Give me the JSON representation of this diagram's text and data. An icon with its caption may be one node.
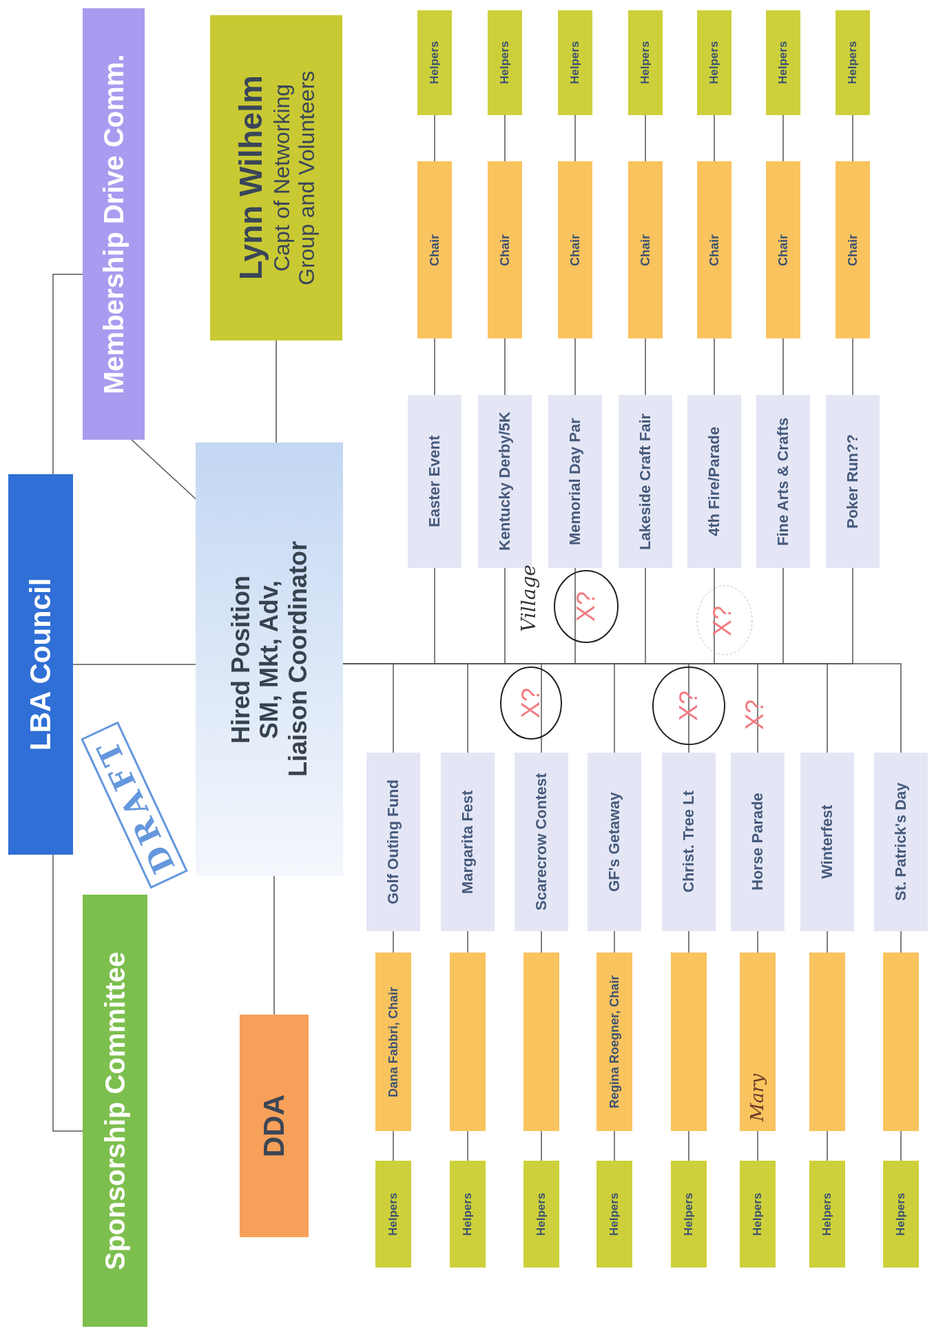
{
  "diagram": {
    "nodes": [
      {
        "text": [
          "LBA Council"
        ]
      },
      {
        "text": [
          "Membership Drive Comm."
        ]
      },
      {
        "text": [
          "Sponsorship Committee"
        ]
      },
      {
        "text": [
          "Lynn Wilhelm",
          "Capt of Networking Group and Volunteers"
        ]
      },
      {
        "text": [
          "Hired Position",
          "SM, Mkt, Adv, Liaison Coordinator"
        ]
      },
      {
        "text": [
          "DDA"
        ]
      },
      {
        "text": [
          "Easter Event"
        ]
      },
      {
        "text": [
          "Kentucky Derby/5K"
        ]
      },
      {
        "text": [
          "Memorial Day Par"
        ]
      },
      {
        "text": [
          "Lakeside Craft Fair"
        ]
      },
      {
        "text": [
          "4th Fire/Parade"
        ]
      },
      {
        "text": [
          "Fine Arts & Crafts"
        ]
      },
      {
        "text": [
          "Poker Run??"
        ]
      },
      {
        "text": [
          "Chair"
        ]
      },
      {
        "text": [
          "Chair"
        ]
      },
      {
        "text": [
          "Chair"
        ]
      },
      {
        "text": [
          "Chair"
        ]
      },
      {
        "text": [
          "Chair"
        ]
      },
      {
        "text": [
          "Chair"
        ]
      },
      {
        "text": [
          "Chair"
        ]
      },
      {
        "text": [
          "Helpers"
        ]
      },
      {
        "text": [
          "Helpers"
        ]
      },
      {
        "text": [
          "Helpers"
        ]
      },
      {
        "text": [
          "Helpers"
        ]
      },
      {
        "text": [
          "Helpers"
        ]
      },
      {
        "text": [
          "Helpers"
        ]
      },
      {
        "text": [
          "Helpers"
        ]
      },
      {
        "text": [
          "Golf Outing Fund"
        ]
      },
      {
        "text": [
          "Margarita Fest"
        ]
      },
      {
        "text": [
          "Scarecrow Contest"
        ]
      },
      {
        "text": [
          "GF's Getaway"
        ]
      },
      {
        "text": [
          "Christ. Tree Lt"
        ]
      },
      {
        "text": [
          "Horse Parade"
        ]
      },
      {
        "text": [
          "Winterfest"
        ]
      },
      {
        "text": [
          "St. Patrick's Day"
        ]
      },
      {
        "text": [
          "Dana Fabbri, Chair"
        ]
      },
      {
        "text": [],
        "shape": "box"
      },
      {
        "text": [],
        "shape": "box"
      },
      {
        "text": [
          "Regina Roegner, Chair"
        ]
      },
      {
        "text": [],
        "shape": "box"
      },
      {
        "text": [
          "Mary"
        ]
      },
      {
        "text": [],
        "shape": "box"
      },
      {
        "text": [],
        "shape": "box"
      },
      {
        "text": [
          "Helpers"
        ]
      },
      {
        "text": [
          "Helpers"
        ]
      },
      {
        "text": [
          "Helpers"
        ]
      },
      {
        "text": [
          "Helpers"
        ]
      },
      {
        "text": [
          "Helpers"
        ]
      },
      {
        "text": [
          "Helpers"
        ]
      },
      {
        "text": [
          "Helpers"
        ]
      },
      {
        "text": [
          "Helpers"
        ]
      }
    ],
    "edges": [
      {
        "from": 0,
        "to": 1,
        "arrow": "none"
      },
      {
        "from": 0,
        "to": 2,
        "arrow": "none"
      },
      {
        "from": 0,
        "to": 4,
        "arrow": "none"
      },
      {
        "from": 1,
        "to": 4,
        "arrow": "none"
      },
      {
        "from": 3,
        "to": 4,
        "arrow": "none"
      },
      {
        "from": 4,
        "to": 5,
        "arrow": "none"
      },
      {
        "from": 4,
        "to": 6,
        "arrow": "none"
      },
      {
        "from": 4,
        "to": 7,
        "arrow": "none"
      },
      {
        "from": 4,
        "to": 8,
        "arrow": "none"
      },
      {
        "from": 4,
        "to": 9,
        "arrow": "none"
      },
      {
        "from": 4,
        "to": 10,
        "arrow": "none"
      },
      {
        "from": 4,
        "to": 11,
        "arrow": "none"
      },
      {
        "from": 4,
        "to": 12,
        "arrow": "none"
      },
      {
        "from": 4,
        "to": 27,
        "arrow": "none"
      },
      {
        "from": 4,
        "to": 28,
        "arrow": "none"
      },
      {
        "from": 4,
        "to": 29,
        "arrow": "none"
      },
      {
        "from": 4,
        "to": 30,
        "arrow": "none"
      },
      {
        "from": 4,
        "to": 31,
        "arrow": "none"
      },
      {
        "from": 4,
        "to": 32,
        "arrow": "none"
      },
      {
        "from": 4,
        "to": 33,
        "arrow": "none"
      },
      {
        "from": 4,
        "to": 34,
        "arrow": "none"
      },
      {
        "from": 6,
        "to": 13,
        "arrow": "none"
      },
      {
        "from": 7,
        "to": 14,
        "arrow": "none"
      },
      {
        "from": 8,
        "to": 15,
        "arrow": "none"
      },
      {
        "from": 9,
        "to": 16,
        "arrow": "none"
      },
      {
        "from": 10,
        "to": 17,
        "arrow": "none"
      },
      {
        "from": 11,
        "to": 18,
        "arrow": "none"
      },
      {
        "from": 12,
        "to": 19,
        "arrow": "none"
      },
      {
        "from": 13,
        "to": 20,
        "arrow": "none"
      },
      {
        "from": 14,
        "to": 21,
        "arrow": "none"
      },
      {
        "from": 15,
        "to": 22,
        "arrow": "none"
      },
      {
        "from": 16,
        "to": 23,
        "arrow": "none"
      },
      {
        "from": 17,
        "to": 24,
        "arrow": "none"
      },
      {
        "from": 18,
        "to": 25,
        "arrow": "none"
      },
      {
        "from": 19,
        "to": 26,
        "arrow": "none"
      },
      {
        "from": 27,
        "to": 35,
        "arrow": "none"
      },
      {
        "from": 28,
        "to": 36,
        "arrow": "none"
      },
      {
        "from": 29,
        "to": 37,
        "arrow": "none"
      },
      {
        "from": 30,
        "to": 38,
        "arrow": "none"
      },
      {
        "from": 31,
        "to": 39,
        "arrow": "none"
      },
      {
        "from": 32,
        "to": 40,
        "arrow": "none"
      },
      {
        "from": 33,
        "to": 41,
        "arrow": "none"
      },
      {
        "from": 34,
        "to": 42,
        "arrow": "none"
      },
      {
        "from": 35,
        "to": 43,
        "arrow": "none"
      },
      {
        "from": 36,
        "to": 44,
        "arrow": "none"
      },
      {
        "from": 37,
        "to": 45,
        "arrow": "none"
      },
      {
        "from": 38,
        "to": 46,
        "arrow": "none"
      },
      {
        "from": 39,
        "to": 47,
        "arrow": "none"
      },
      {
        "from": 40,
        "to": 48,
        "arrow": "none"
      },
      {
        "from": 41,
        "to": 49,
        "arrow": "none"
      },
      {
        "from": 42,
        "to": 50,
        "arrow": "none"
      }
    ],
    "labels": [
      "DRAFT",
      "Village",
      "X?",
      "X?",
      "X?",
      "X?",
      "X?"
    ]
  }
}
